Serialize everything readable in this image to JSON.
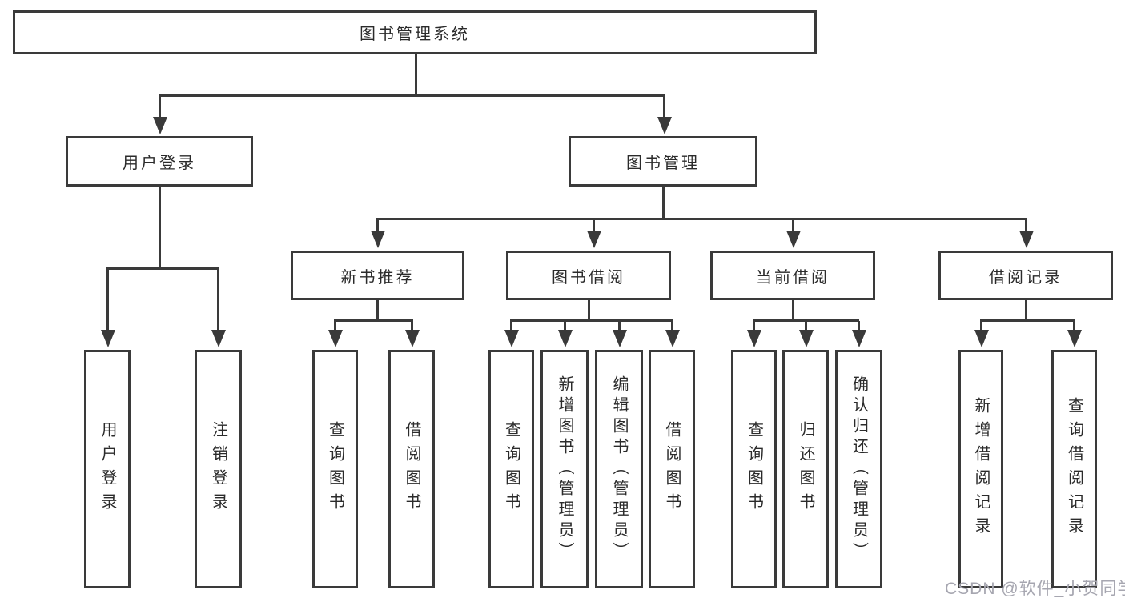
{
  "diagram": {
    "root": {
      "label": "图书管理系统"
    },
    "level2": [
      {
        "label": "用户登录"
      },
      {
        "label": "图书管理"
      }
    ],
    "level3": [
      {
        "label": "新书推荐",
        "parent": "图书管理"
      },
      {
        "label": "图书借阅",
        "parent": "图书管理"
      },
      {
        "label": "当前借阅",
        "parent": "图书管理"
      },
      {
        "label": "借阅记录",
        "parent": "图书管理"
      }
    ],
    "leaves": [
      {
        "label": "用户登录",
        "parent": "用户登录"
      },
      {
        "label": "注销登录",
        "parent": "用户登录"
      },
      {
        "label": "查询图书",
        "parent": "新书推荐"
      },
      {
        "label": "借阅图书",
        "parent": "新书推荐"
      },
      {
        "label": "查询图书",
        "parent": "图书借阅"
      },
      {
        "label": "新增图书（管理员）",
        "parent": "图书借阅"
      },
      {
        "label": "编辑图书（管理员）",
        "parent": "图书借阅"
      },
      {
        "label": "借阅图书",
        "parent": "图书借阅"
      },
      {
        "label": "查询图书",
        "parent": "当前借阅"
      },
      {
        "label": "归还图书",
        "parent": "当前借阅"
      },
      {
        "label": "确认归还（管理员）",
        "parent": "当前借阅"
      },
      {
        "label": "新增借阅记录",
        "parent": "借阅记录"
      },
      {
        "label": "查询借阅记录",
        "parent": "借阅记录"
      }
    ]
  },
  "watermark": {
    "text": "CSDN @软件_小贺同学"
  },
  "colors": {
    "line": "#3a3a3a",
    "text": "#2b2b2b",
    "watermark": "#a6a6b0",
    "background": "#ffffff"
  }
}
